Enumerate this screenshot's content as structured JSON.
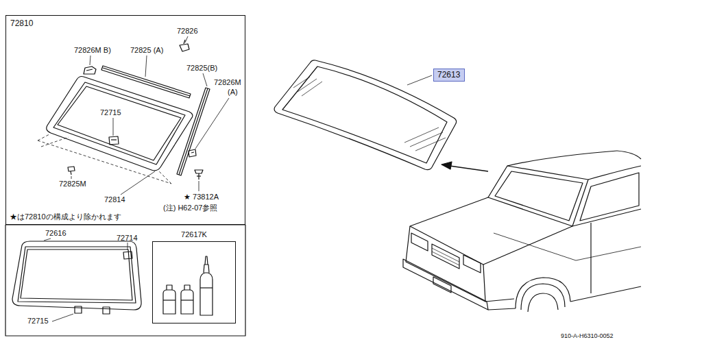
{
  "diagram": {
    "nodes": [
      {
        "text": [
          "72810"
        ]
      },
      {
        "text": [
          "72617K"
        ]
      },
      {
        "text": [
          "72613"
        ]
      }
    ],
    "labels": [
      "72826M B)",
      "72825 (A)",
      "72826",
      "72825(B)",
      "72826M",
      "(A)",
      "72715",
      "72825M",
      "72814",
      "★ 73812A",
      "(注) H62-07参照",
      "★は72810の構成より除かれます",
      "72616",
      "72714",
      "72715",
      "910-A-H6310-0052"
    ]
  }
}
